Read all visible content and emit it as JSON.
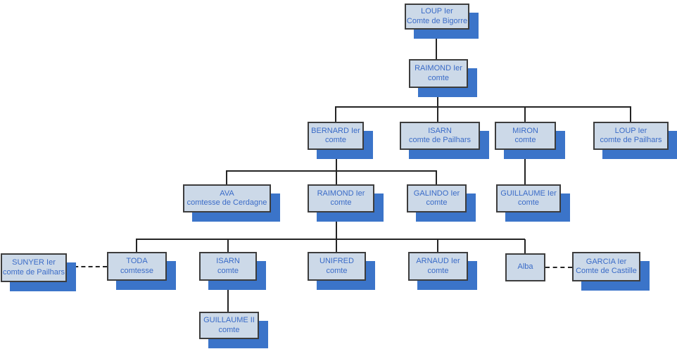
{
  "diagram": {
    "type": "family-tree",
    "nodes": {
      "loup_bigorre": {
        "line1": "LOUP Ier",
        "line2": "Comte de Bigorre"
      },
      "raimond_1": {
        "line1": "RAIMOND Ier",
        "line2": "comte"
      },
      "bernard": {
        "line1": "BERNARD Ier",
        "line2": "comte"
      },
      "isarn_pailhars": {
        "line1": "ISARN",
        "line2": "comte de Pailhars"
      },
      "miron": {
        "line1": "MIRON",
        "line2": "comte"
      },
      "loup_pailhars": {
        "line1": "LOUP Ier",
        "line2": "comte de Pailhars"
      },
      "ava": {
        "line1": "AVA",
        "line2": "comtesse de Cerdagne"
      },
      "raimond_2": {
        "line1": "RAIMOND Ier",
        "line2": "comte"
      },
      "galindo": {
        "line1": "GALINDO Ier",
        "line2": "comte"
      },
      "guillaume_1": {
        "line1": "GUILLAUME Ier",
        "line2": "comte"
      },
      "sunyer": {
        "line1": "SUNYER Ier",
        "line2": "comte de Pailhars"
      },
      "toda": {
        "line1": "TODA",
        "line2": "comtesse"
      },
      "isarn_2": {
        "line1": "ISARN",
        "line2": "comte"
      },
      "unifred": {
        "line1": "UNIFRED",
        "line2": "comte"
      },
      "arnaud": {
        "line1": "ARNAUD Ier",
        "line2": "comte"
      },
      "alba": {
        "line1": "Alba"
      },
      "garcia": {
        "line1": "GARCIA Ier",
        "line2": "Comte de Castille"
      },
      "guillaume_2": {
        "line1": "GUILLAUME II",
        "line2": "comte"
      }
    },
    "relationships": {
      "parent_child": [
        [
          "loup_bigorre",
          "raimond_1"
        ],
        [
          "raimond_1",
          "bernard"
        ],
        [
          "raimond_1",
          "isarn_pailhars"
        ],
        [
          "raimond_1",
          "miron"
        ],
        [
          "raimond_1",
          "loup_pailhars"
        ],
        [
          "bernard",
          "ava"
        ],
        [
          "bernard",
          "raimond_2"
        ],
        [
          "bernard",
          "galindo"
        ],
        [
          "miron",
          "guillaume_1"
        ],
        [
          "raimond_2",
          "toda"
        ],
        [
          "raimond_2",
          "isarn_2"
        ],
        [
          "raimond_2",
          "unifred"
        ],
        [
          "raimond_2",
          "arnaud"
        ],
        [
          "raimond_2",
          "alba"
        ],
        [
          "isarn_2",
          "guillaume_2"
        ]
      ],
      "union_dashed": [
        [
          "sunyer",
          "toda"
        ],
        [
          "alba",
          "garcia"
        ]
      ]
    },
    "colors": {
      "box_fill": "#ccd9e8",
      "box_border": "#3d3d3d",
      "box_text": "#3a6bc7",
      "box_shadow": "#3b74c9",
      "line": "#242424",
      "background": "#ffffff"
    }
  }
}
